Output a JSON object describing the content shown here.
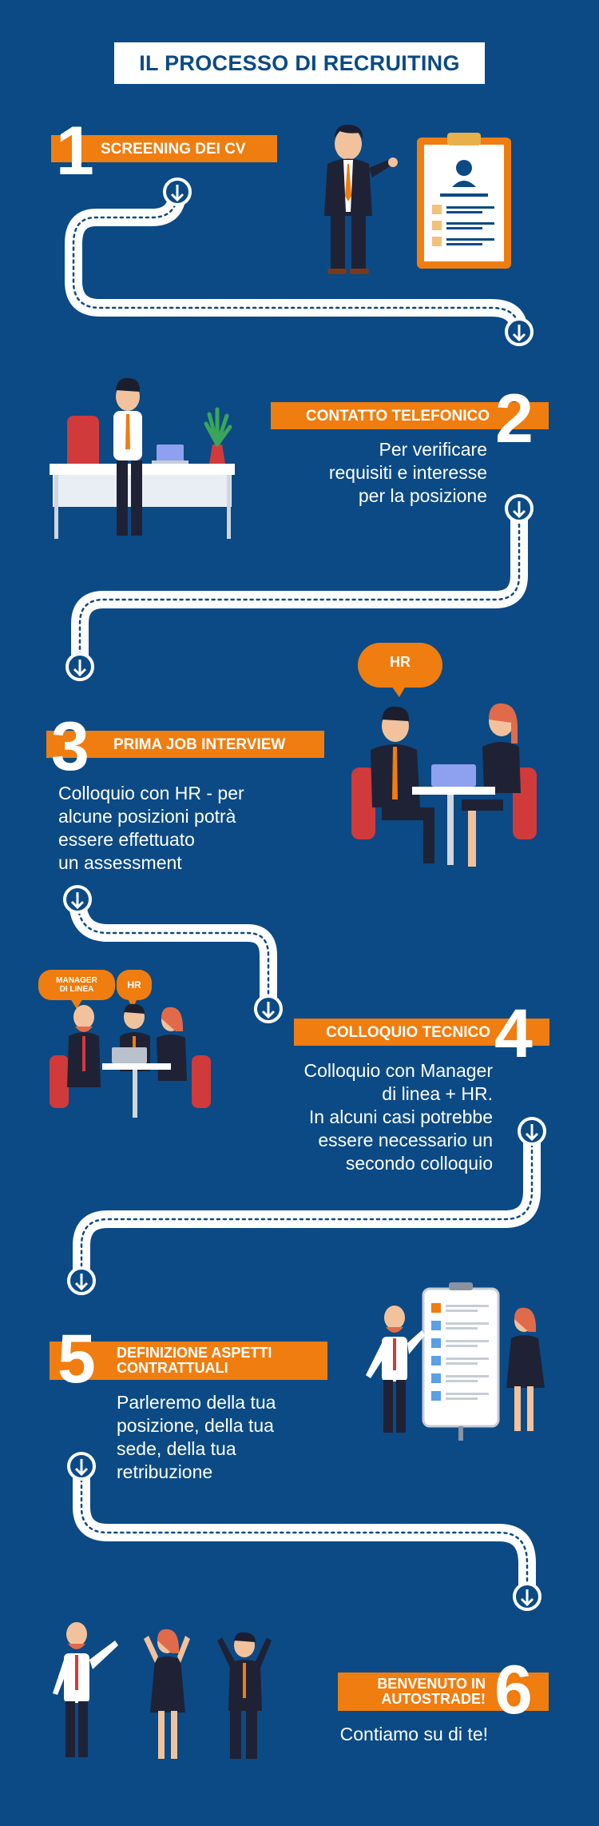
{
  "title": "IL PROCESSO DI RECRUITING",
  "colors": {
    "background": "#0b4a85",
    "accent": "#ef7d0f",
    "text": "#ffffff",
    "chair": "#d13a3a",
    "path": "#ffffff"
  },
  "steps": [
    {
      "number": "1",
      "label": "SCREENING DEI CV",
      "description": []
    },
    {
      "number": "2",
      "label": "CONTATTO TELEFONICO",
      "description": [
        "Per verificare",
        "requisiti e interesse",
        "per la posizione"
      ]
    },
    {
      "number": "3",
      "label": "PRIMA JOB INTERVIEW",
      "description": [
        "Colloquio con HR - per",
        "alcune posizioni potrà",
        "essere effettuato",
        "un assessment"
      ]
    },
    {
      "number": "4",
      "label": "COLLOQUIO TECNICO",
      "description": [
        "Colloquio con Manager",
        "di linea + HR.",
        "In alcuni casi potrebbe",
        "essere necessario un",
        "secondo colloquio"
      ]
    },
    {
      "number": "5",
      "label": [
        "DEFINIZIONE ASPETTI",
        "CONTRATTUALI"
      ],
      "description": [
        "Parleremo della tua",
        "posizione, della tua",
        "sede, della tua",
        "retribuzione"
      ]
    },
    {
      "number": "6",
      "label": [
        "BENVENUTO IN",
        "AUTOSTRADE!"
      ],
      "description": [
        "Contiamo su di te!"
      ]
    }
  ],
  "bubbles": {
    "hr_step3": "HR",
    "manager_step4": [
      "MANAGER",
      "DI LINEA"
    ],
    "hr_step4": "HR"
  },
  "icons": [
    "arrow-down-icon",
    "clipboard-cv-icon",
    "businessman-pointing-icon",
    "phone-desk-icon",
    "interview-table-icon",
    "whiteboard-icon",
    "celebrating-people-icon"
  ]
}
